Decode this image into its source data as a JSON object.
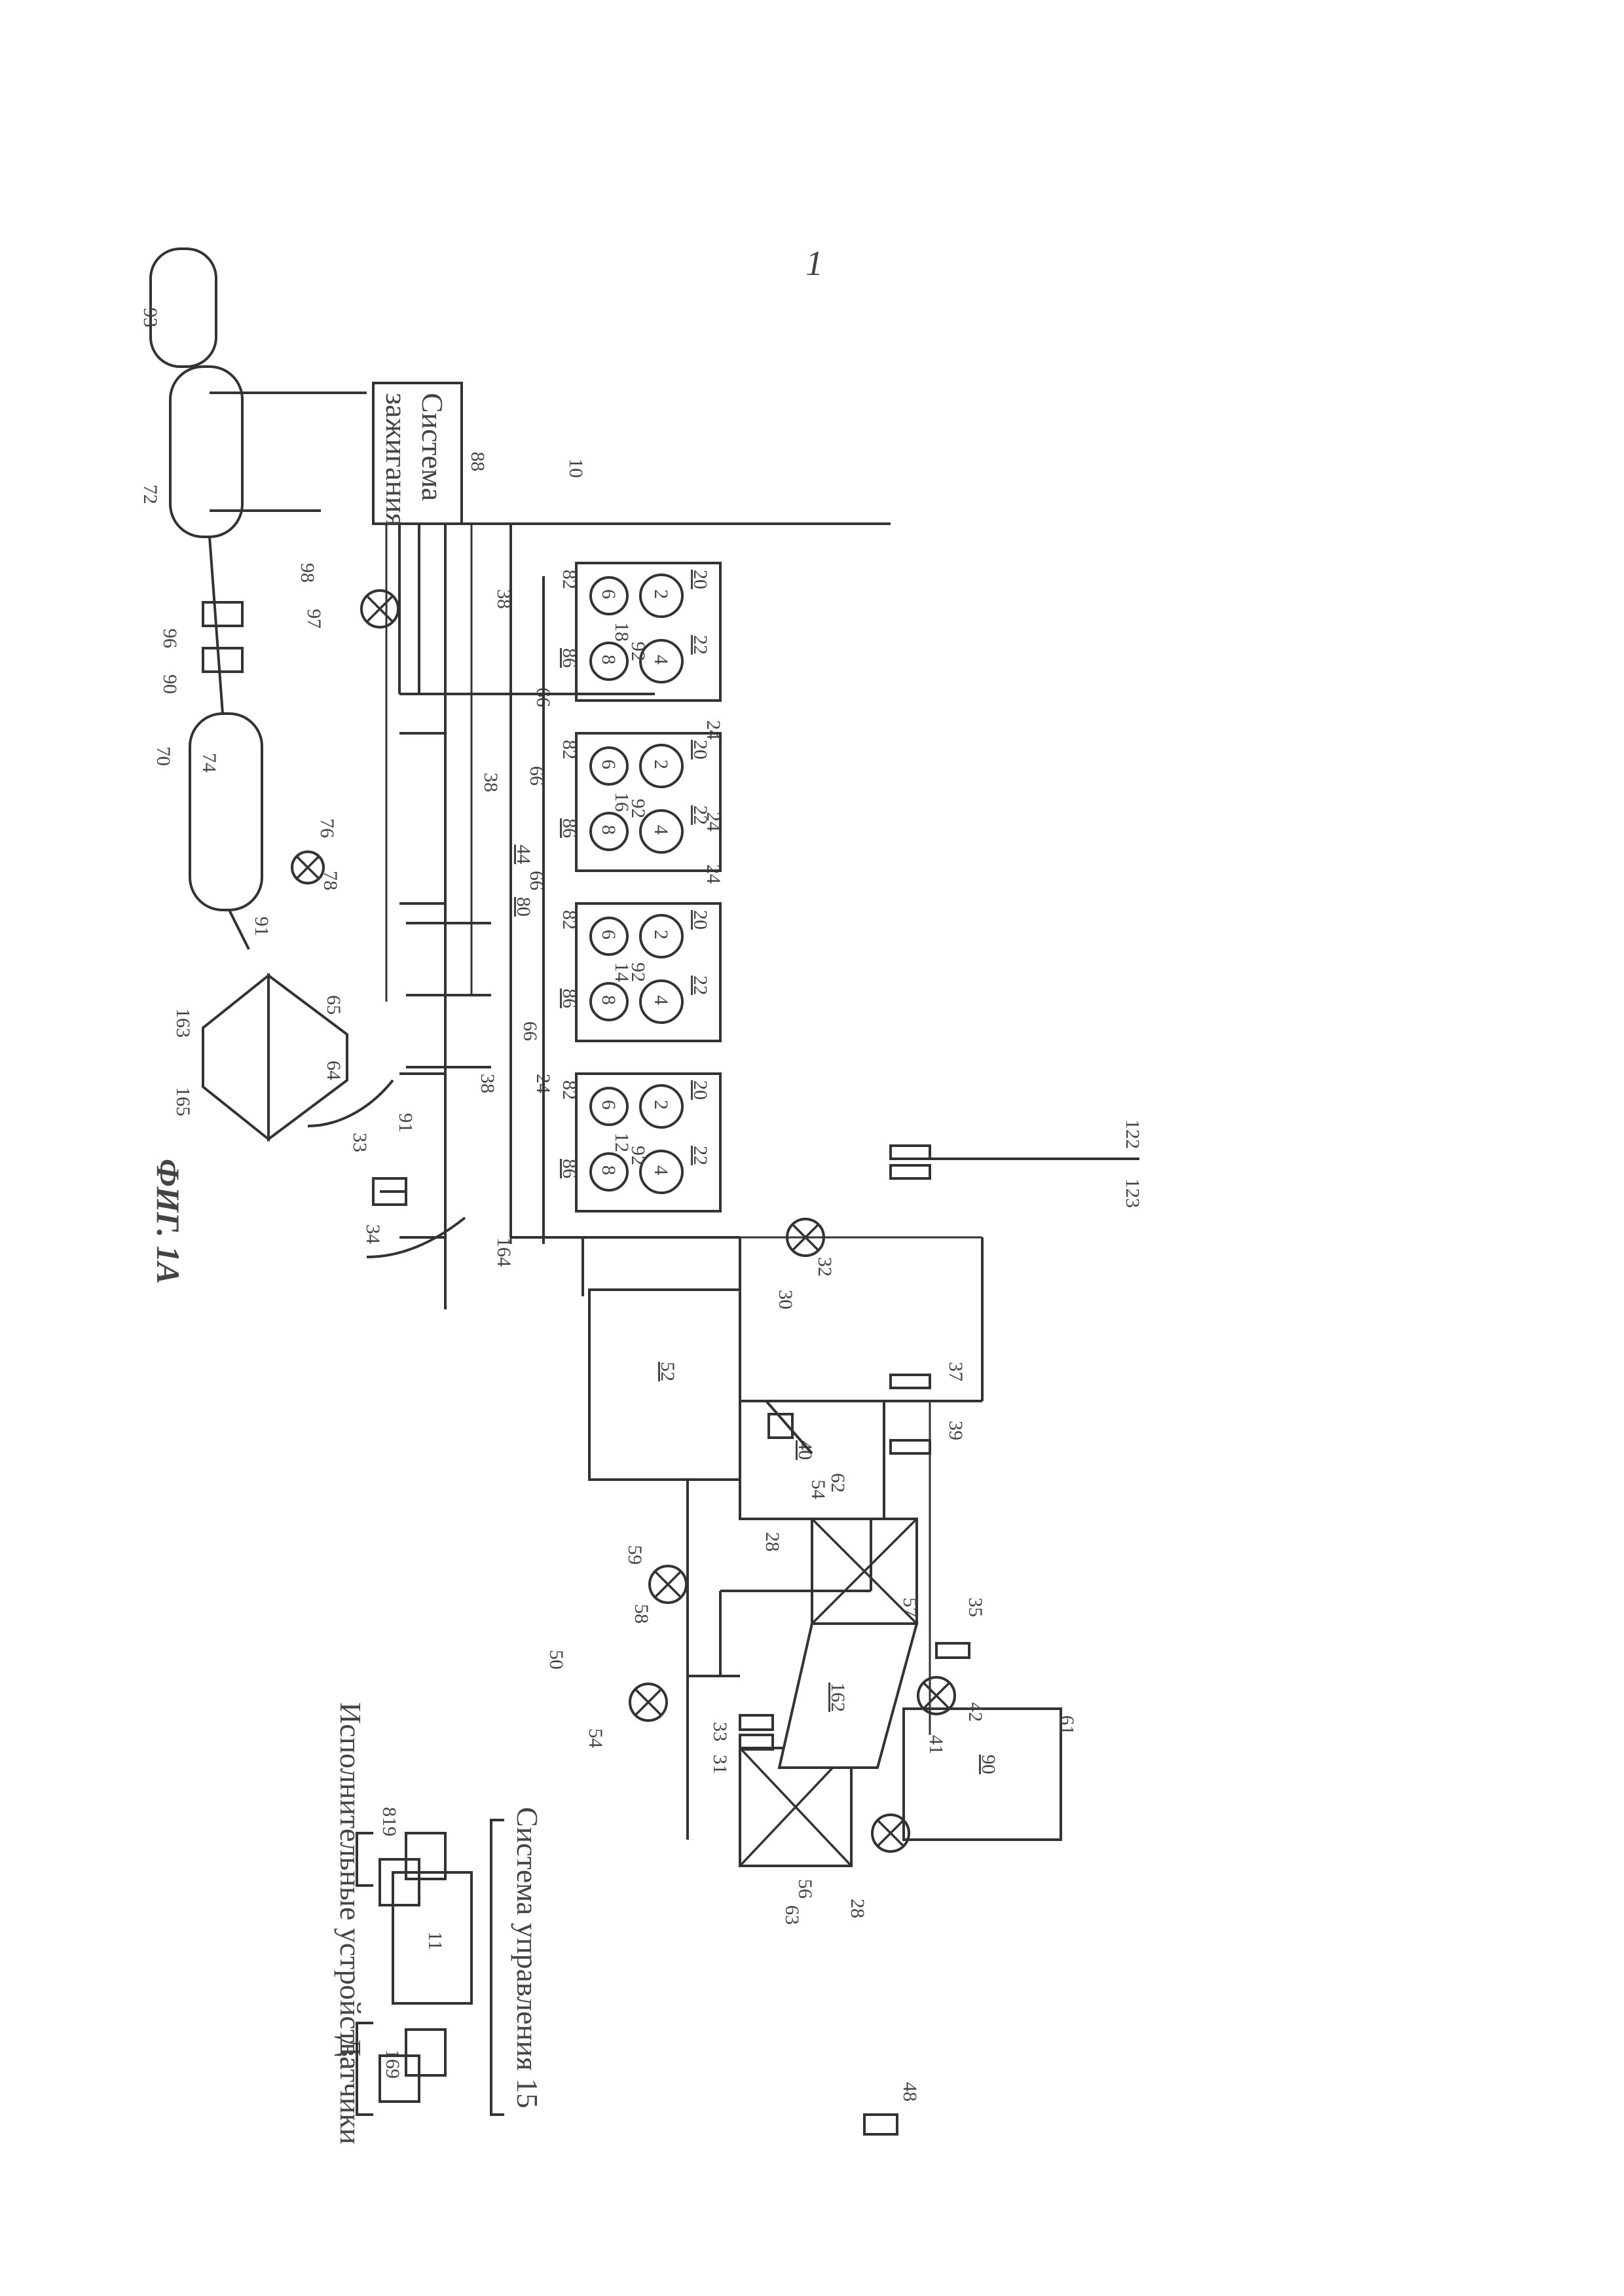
{
  "sheet_number": "1",
  "figure_label": "ФИГ. 1А",
  "ignition_box": {
    "line1": "Система",
    "line2": "зажигания",
    "ref": "88"
  },
  "control_system": {
    "title": "Система управления 15",
    "controller_ref": "11",
    "sensors_ref": "169",
    "sensors_label": "Датчики",
    "actuators_ref": "819",
    "actuators_label": "Исполнительные устройства"
  },
  "blocks": {
    "b90": "90",
    "b40": "40",
    "b52": "52",
    "b44": "44",
    "b80": "80",
    "b162": "162"
  },
  "labels": {
    "r1": "1",
    "r10": "10",
    "r12": "12",
    "r14": "14",
    "r16": "16",
    "r18": "18",
    "r2": "2",
    "r4": "4",
    "r6": "6",
    "r8": "8",
    "r20": "20",
    "r22": "22",
    "r24": "24",
    "r28": "28",
    "r30": "30",
    "r31": "31",
    "r32": "32",
    "r33": "33",
    "r34": "34",
    "r35": "35",
    "r37": "37",
    "r38": "38",
    "r39": "39",
    "r41": "41",
    "r42": "42",
    "r48": "48",
    "r50": "50",
    "r54": "54",
    "r56": "56",
    "r57": "57",
    "r58": "58",
    "r59": "59",
    "r61": "61",
    "r62": "62",
    "r63": "63",
    "r64": "64",
    "r65": "65",
    "r66": "66",
    "r70": "70",
    "r72": "72",
    "r74": "74",
    "r76": "76",
    "r78": "78",
    "r82": "82",
    "r86": "86",
    "r90": "90",
    "r91": "91",
    "r92": "92",
    "r93": "93",
    "r96": "96",
    "r97": "97",
    "r98": "98",
    "r122": "122",
    "r123": "123",
    "r163": "163",
    "r164": "164",
    "r165": "165"
  }
}
